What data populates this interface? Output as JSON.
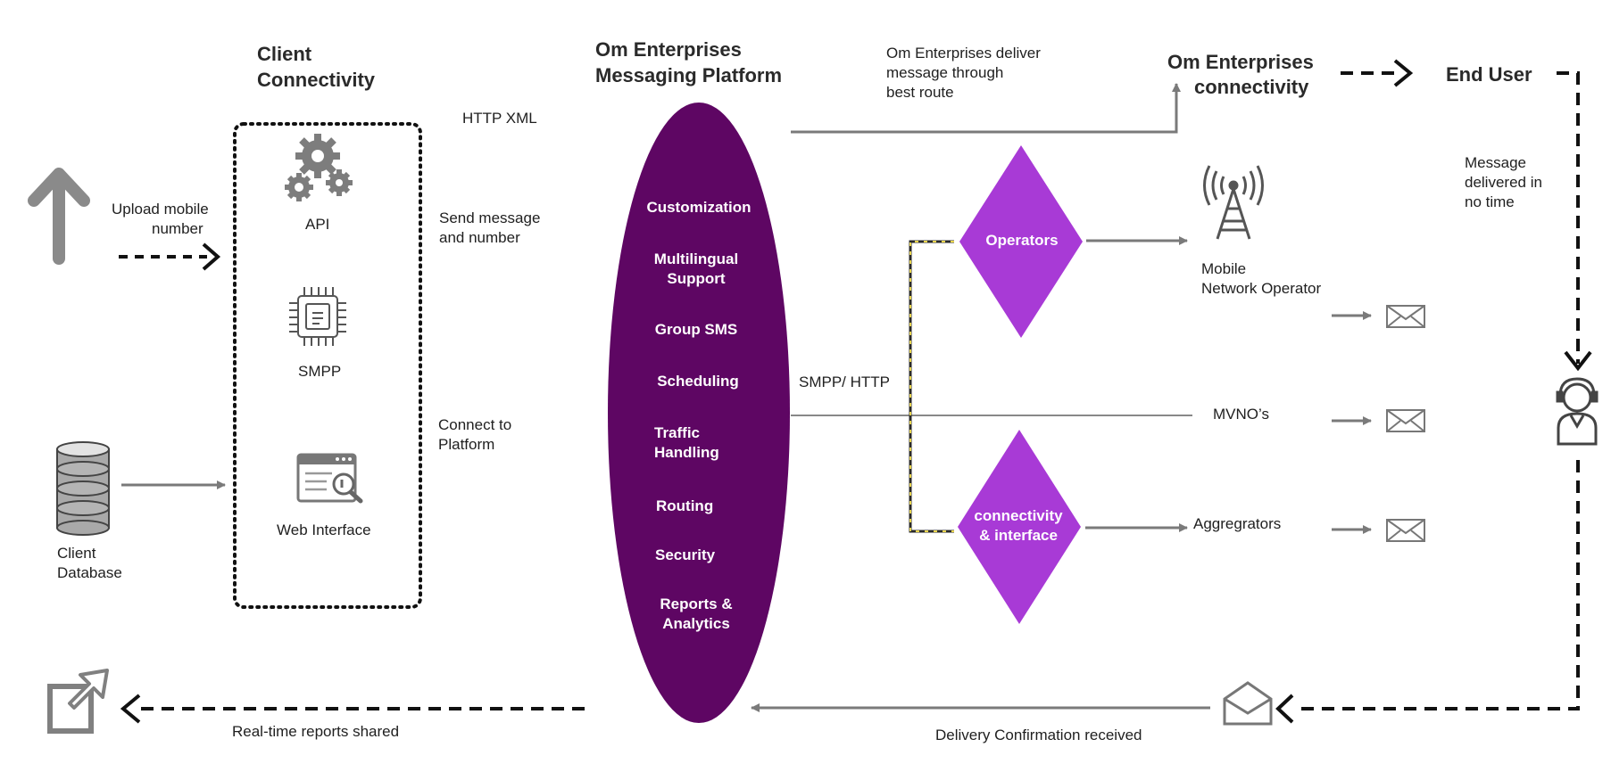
{
  "client_connectivity": {
    "title_line1": "Client",
    "title_line2": "Connectivity",
    "items": [
      {
        "label": "API",
        "icon": "gears-icon"
      },
      {
        "label": "SMPP",
        "icon": "chip-icon"
      },
      {
        "label": "Web Interface",
        "icon": "web-search-icon"
      }
    ]
  },
  "upload": {
    "line1": "Upload mobile",
    "line2": "number"
  },
  "client_database": {
    "line1": "Client",
    "line2": "Database"
  },
  "protocol_http_xml": "HTTP XML",
  "send_message": {
    "line1": "Send message",
    "line2": "and number"
  },
  "connect_platform": {
    "line1": "Connect to",
    "line2": "Platform"
  },
  "platform": {
    "title_line1": "Om Enterprises",
    "title_line2": "Messaging Platform",
    "color": "#5e0663",
    "features": [
      {
        "line1": "Customization",
        "line2": ""
      },
      {
        "line1": "Multilingual",
        "line2": "Support"
      },
      {
        "line1": "Group SMS",
        "line2": ""
      },
      {
        "line1": "Scheduling",
        "line2": ""
      },
      {
        "line1": "Traffic",
        "line2": "Handling"
      },
      {
        "line1": "Routing",
        "line2": ""
      },
      {
        "line1": "Security",
        "line2": ""
      },
      {
        "line1": "Reports &",
        "line2": "Analytics"
      }
    ]
  },
  "protocol_smpp_http": "SMPP/ HTTP",
  "deliver_note": {
    "line1": "Om Enterprises deliver",
    "line2": "message through",
    "line3": "best route"
  },
  "om_connectivity": {
    "line1": "Om Enterprises",
    "line2": "connectivity"
  },
  "end_user": "End User",
  "message_delivered": {
    "line1": "Message",
    "line2": "delivered in",
    "line3": "no time"
  },
  "operators_diamond": {
    "line1": "Operators",
    "color": "#a83ad6"
  },
  "connectivity_diamond": {
    "line1": "connectivity",
    "line2": "& interface",
    "color": "#a83ad6"
  },
  "mobile_network_operator": {
    "line1": "Mobile",
    "line2": "Network Operator"
  },
  "mvnos": "MVNO’s",
  "aggregators": "Aggregrators",
  "delivery_confirmation": "Delivery Confirmation received",
  "realtime_reports": "Real-time reports shared",
  "colors": {
    "gray": "#7a7a7a",
    "dash": "#111111"
  }
}
